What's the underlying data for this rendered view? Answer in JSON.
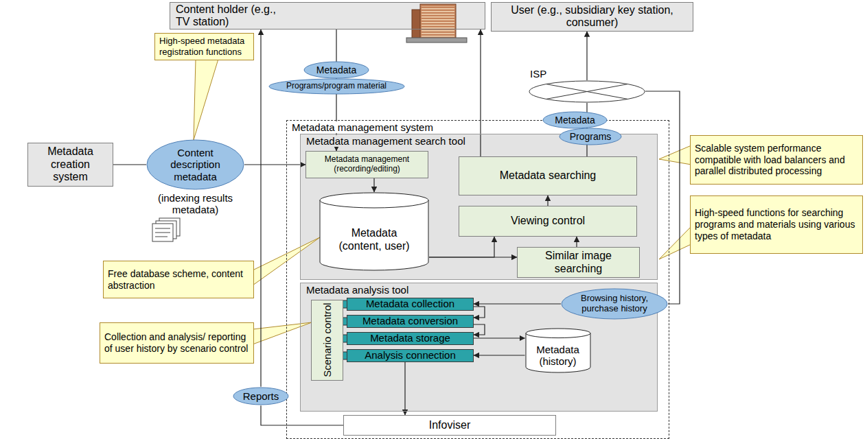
{
  "diagram": {
    "nodes": [
      {
        "text": [
          "Content holder (e.g., TV station)"
        ]
      },
      {
        "text": [
          "User (e.g., subsidiary key station, consumer)"
        ]
      },
      {
        "text": [
          "High-speed metadata registration functions"
        ]
      },
      {
        "text": [
          "Metadata"
        ]
      },
      {
        "text": [
          "Programs/program material"
        ]
      },
      {
        "text": [
          "ISP"
        ]
      },
      {
        "text": [
          "Metadata creation system"
        ]
      },
      {
        "text": [
          "Content description metadata",
          "(indexing results metadata)"
        ]
      },
      {
        "text": [
          "Metadata management system"
        ]
      },
      {
        "text": [
          "Metadata"
        ]
      },
      {
        "text": [
          "Programs"
        ]
      },
      {
        "text": [
          "Scalable system performance compatible with load balancers and parallel distributed processing"
        ]
      },
      {
        "text": [
          "Metadata management search tool"
        ],
        "in": 8
      },
      {
        "text": [
          "Metadata management (recording/editing)"
        ],
        "in": 12
      },
      {
        "text": [
          "Metadata searching"
        ],
        "in": 12
      },
      {
        "text": [
          "Viewing control"
        ],
        "in": 12
      },
      {
        "text": [
          "Metadata (content, user)"
        ],
        "in": 12
      },
      {
        "text": [
          "Similar image searching"
        ],
        "in": 12
      },
      {
        "text": [
          "Free database scheme, content abstraction"
        ]
      },
      {
        "text": [
          "High-speed functions for searching programs and materials using various types of metadata"
        ]
      },
      {
        "text": [
          "Metadata analysis tool"
        ],
        "in": 8
      },
      {
        "text": [
          "Scenario control"
        ],
        "in": 20
      },
      {
        "text": [
          "Metadata collection"
        ],
        "in": 20
      },
      {
        "text": [
          "Metadata conversion"
        ],
        "in": 20
      },
      {
        "text": [
          "Metadata storage"
        ],
        "in": 20
      },
      {
        "text": [
          "Analysis connection"
        ],
        "in": 20
      },
      {
        "text": [
          "Browsing history, purchase history"
        ],
        "in": 20
      },
      {
        "text": [
          "Metadata (history)"
        ],
        "in": 20
      },
      {
        "text": [
          "Collection and analysis/ reporting of user history by scenario control"
        ]
      },
      {
        "text": [
          "Reports"
        ]
      },
      {
        "text": [
          "Infoviser"
        ],
        "in": 8
      }
    ],
    "edges": [
      {
        "from": 6,
        "to": 7,
        "arrow": "none"
      },
      {
        "from": 7,
        "to": 13,
        "arrow": "to"
      },
      {
        "from": 0,
        "to": 13,
        "arrow": "to"
      },
      {
        "from": 14,
        "to": 0,
        "arrow": "to"
      },
      {
        "from": 14,
        "to": 5,
        "arrow": "none"
      },
      {
        "from": 5,
        "to": 1,
        "arrow": "to"
      },
      {
        "from": 13,
        "to": 16,
        "arrow": "to"
      },
      {
        "from": 16,
        "to": 15,
        "arrow": "to"
      },
      {
        "from": 16,
        "to": 17,
        "arrow": "to"
      },
      {
        "from": 17,
        "to": 15,
        "arrow": "to"
      },
      {
        "from": 15,
        "to": 14,
        "arrow": "to"
      },
      {
        "from": 5,
        "to": 26,
        "arrow": "none"
      },
      {
        "from": 26,
        "to": 22,
        "arrow": "to"
      },
      {
        "from": 22,
        "to": 23,
        "arrow": "to"
      },
      {
        "from": 23,
        "to": 24,
        "arrow": "to"
      },
      {
        "from": 24,
        "to": 27,
        "arrow": "to"
      },
      {
        "from": 27,
        "to": 25,
        "arrow": "to"
      },
      {
        "from": 25,
        "to": 30,
        "arrow": "to"
      },
      {
        "from": 30,
        "to": 29,
        "arrow": "none"
      },
      {
        "from": 29,
        "to": 0,
        "arrow": "to"
      }
    ]
  }
}
